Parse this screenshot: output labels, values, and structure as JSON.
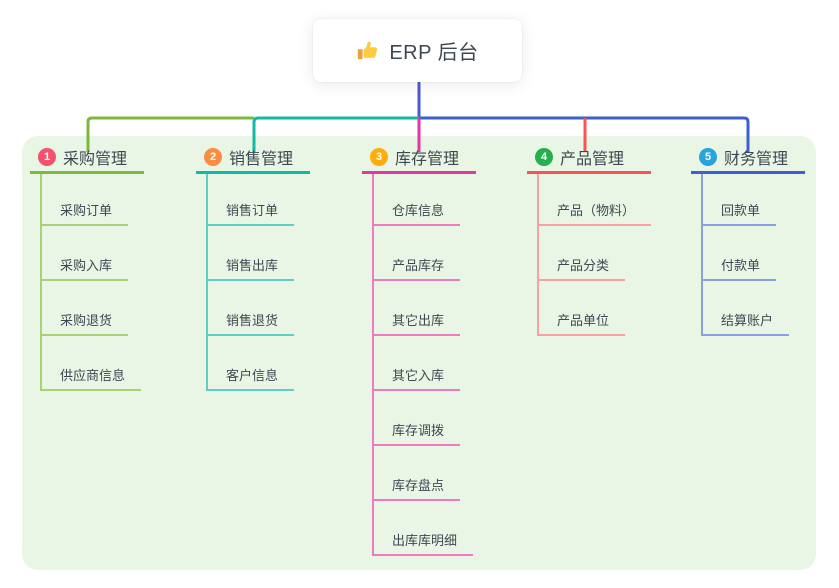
{
  "root": {
    "title": "ERP 后台",
    "icon": "thumbs-up-icon"
  },
  "branches": [
    {
      "index": "1",
      "label": "采购管理",
      "badge_color": "#f4516c",
      "line_color": "#7cb93e",
      "item_line_color": "#a6d178",
      "items": [
        "采购订单",
        "采购入库",
        "采购退货",
        "供应商信息"
      ]
    },
    {
      "index": "2",
      "label": "销售管理",
      "badge_color": "#fb8c42",
      "line_color": "#14b8a6",
      "item_line_color": "#60cec4",
      "items": [
        "销售订单",
        "销售出库",
        "销售退货",
        "客户信息"
      ]
    },
    {
      "index": "3",
      "label": "库存管理",
      "badge_color": "#ffad0d",
      "line_color": "#de3a9f",
      "item_line_color": "#ee7bbf",
      "items": [
        "仓库信息",
        "产品库存",
        "其它出库",
        "其它入库",
        "库存调拨",
        "库存盘点",
        "出库库明细"
      ]
    },
    {
      "index": "4",
      "label": "产品管理",
      "badge_color": "#27ae4e",
      "line_color": "#fa5356",
      "item_line_color": "#fb9fa1",
      "items": [
        "产品（物料）",
        "产品分类",
        "产品单位"
      ]
    },
    {
      "index": "5",
      "label": "财务管理",
      "badge_color": "#29a3dc",
      "line_color": "#3d5fd0",
      "item_line_color": "#8ba0e2",
      "items": [
        "回款单",
        "付款单",
        "结算账户"
      ]
    }
  ],
  "colors": {
    "canvas_bg": "#ffffff",
    "panel_bg": "#eaf6e5",
    "root_connector": "#4a5acf",
    "text": "#3d4852",
    "thumb_yellow": "#fdcb3f",
    "thumb_cuff": "#e8a33d"
  }
}
